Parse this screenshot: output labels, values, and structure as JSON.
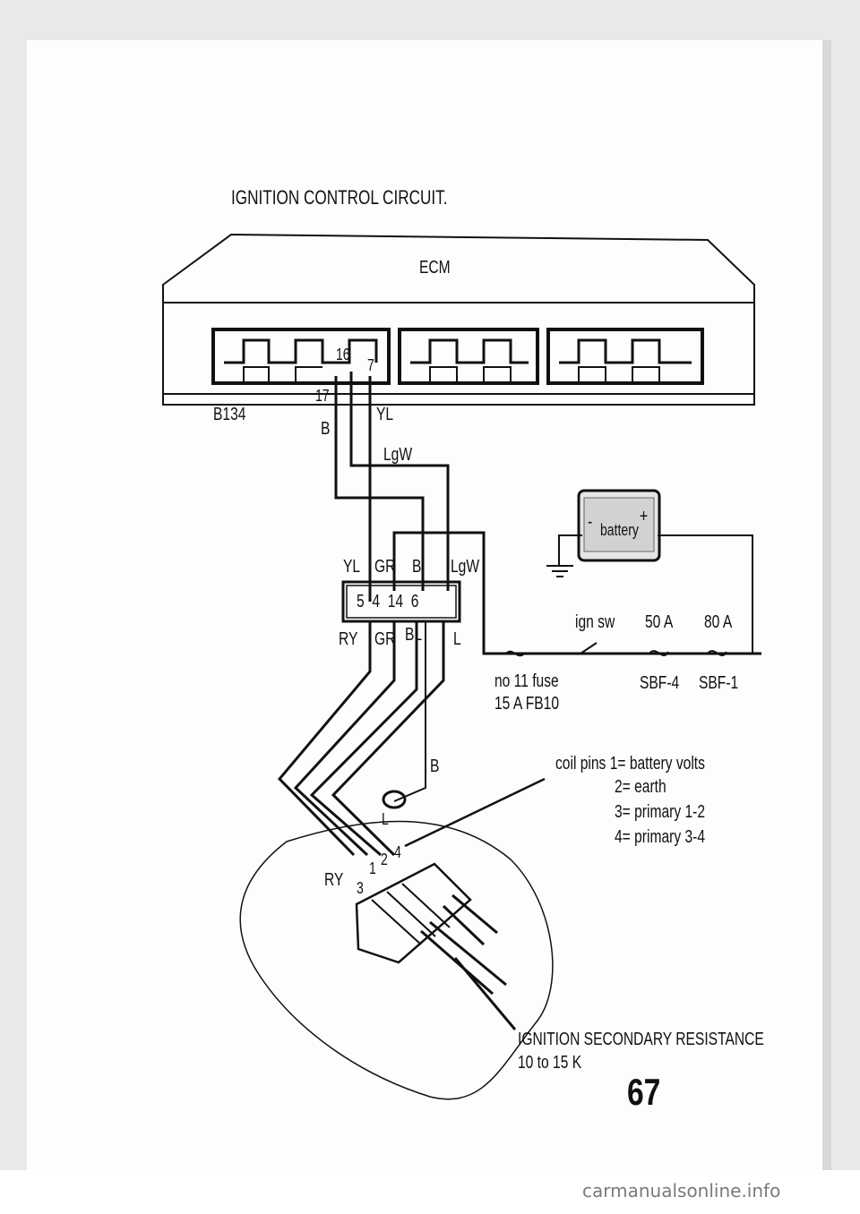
{
  "title": "IGNITION CONTROL CIRCUIT.",
  "ecm": {
    "label": "ECM",
    "connector": "B134"
  },
  "ecm_pins": {
    "p16": "16",
    "p7": "7",
    "p17": "17"
  },
  "ecm_wires": {
    "b": "B",
    "yl": "YL",
    "lgw": "LgW"
  },
  "connector": {
    "pins": "5  4  14  6",
    "top_wires": [
      "YL",
      "GR",
      "B",
      "LgW"
    ],
    "bottom_wires": [
      "RY",
      "GR",
      "BL",
      "L"
    ]
  },
  "battery": {
    "label": "battery",
    "plus": "+",
    "minus": "-"
  },
  "supply": {
    "ign_sw": "ign sw",
    "fuse_50": "50 A",
    "fuse_80": "80 A",
    "sbf4": "SBF-4",
    "sbf1": "SBF-1",
    "fuse_note_1": "no 11 fuse",
    "fuse_note_2": "15 A FB10"
  },
  "coil": {
    "earth_wire": "B",
    "earth_label": "L",
    "ry_label": "RY",
    "pin_labels": [
      "1",
      "2",
      "3",
      "4"
    ],
    "pins_note": [
      "coil pins 1= battery volts",
      "2= earth",
      "3= primary 1-2",
      "4= primary 3-4"
    ]
  },
  "secondary": {
    "line1": "IGNITION SECONDARY RESISTANCE",
    "line2": "10 to 15 K"
  },
  "page_number": "67",
  "watermark": "carmanualsonline.info"
}
